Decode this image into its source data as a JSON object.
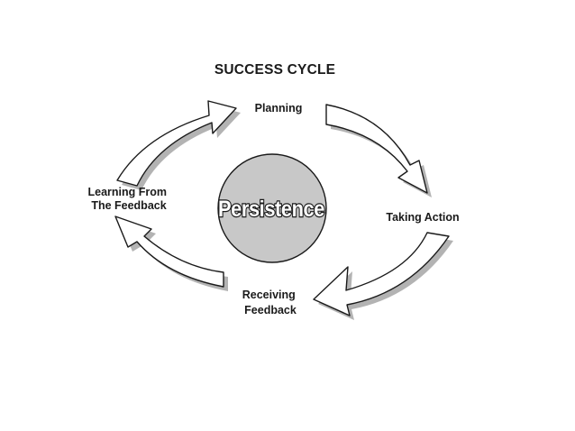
{
  "diagram": {
    "title": "SUCCESS CYCLE",
    "center": "Persistence",
    "stages": {
      "planning": [
        "Planning"
      ],
      "taking_action": [
        "Taking Action"
      ],
      "receiving_feedback": [
        "Receiving",
        "Feedback"
      ],
      "learning": [
        "Learning From",
        "The Feedback"
      ]
    },
    "colors": {
      "circle_fill": "#c8c8c8",
      "outline": "#1a1a1a",
      "arrow_fill": "#ffffff",
      "shadow": "#9a9a9a"
    }
  }
}
